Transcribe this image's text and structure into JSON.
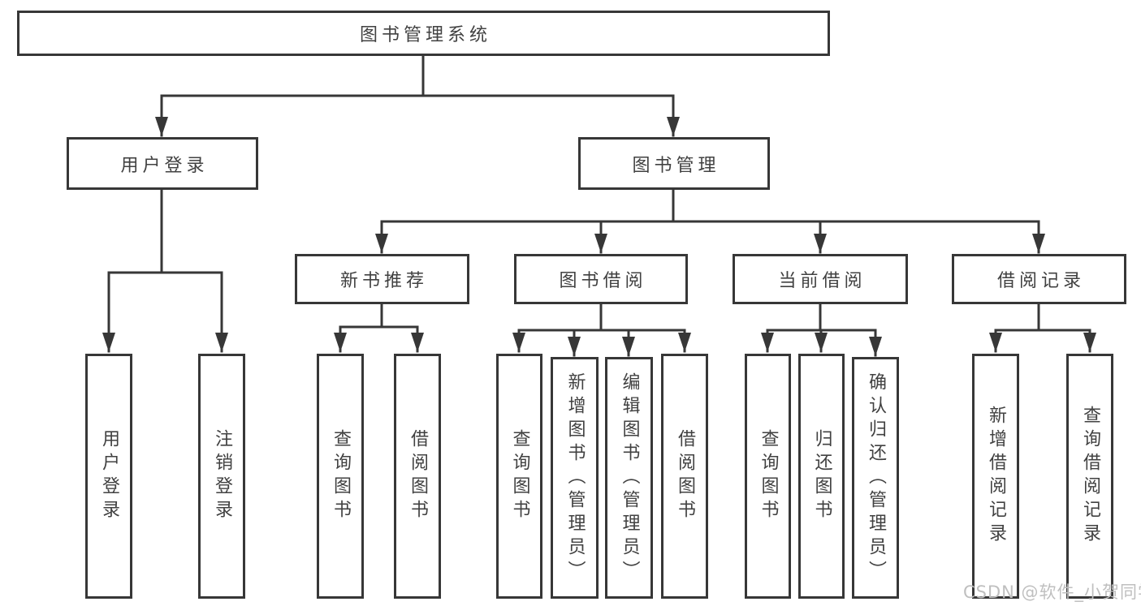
{
  "diagram_title": "图书管理系统",
  "tree": {
    "root": {
      "label": "图书管理系统"
    },
    "branches": [
      {
        "label": "用户登录",
        "children": [
          {
            "label": "用户登录"
          },
          {
            "label": "注销登录"
          }
        ]
      },
      {
        "label": "图书管理",
        "children": [
          {
            "label": "新书推荐",
            "children": [
              {
                "label": "查询图书"
              },
              {
                "label": "借阅图书"
              }
            ]
          },
          {
            "label": "图书借阅",
            "children": [
              {
                "label": "查询图书"
              },
              {
                "label": "新增图书（管理员）"
              },
              {
                "label": "编辑图书（管理员）"
              },
              {
                "label": "借阅图书"
              }
            ]
          },
          {
            "label": "当前借阅",
            "children": [
              {
                "label": "查询图书"
              },
              {
                "label": "归还图书"
              },
              {
                "label": "确认归还（管理员）"
              }
            ]
          },
          {
            "label": "借阅记录",
            "children": [
              {
                "label": "新增借阅记录"
              },
              {
                "label": "查询借阅记录"
              }
            ]
          }
        ]
      }
    ]
  },
  "watermark": {
    "text": "CSDN @软件_小贺同学"
  },
  "colors": {
    "line": "#373737",
    "border": "#373737",
    "text": "#414141",
    "background": "#ffffff",
    "watermark": "#bfbfbf"
  }
}
